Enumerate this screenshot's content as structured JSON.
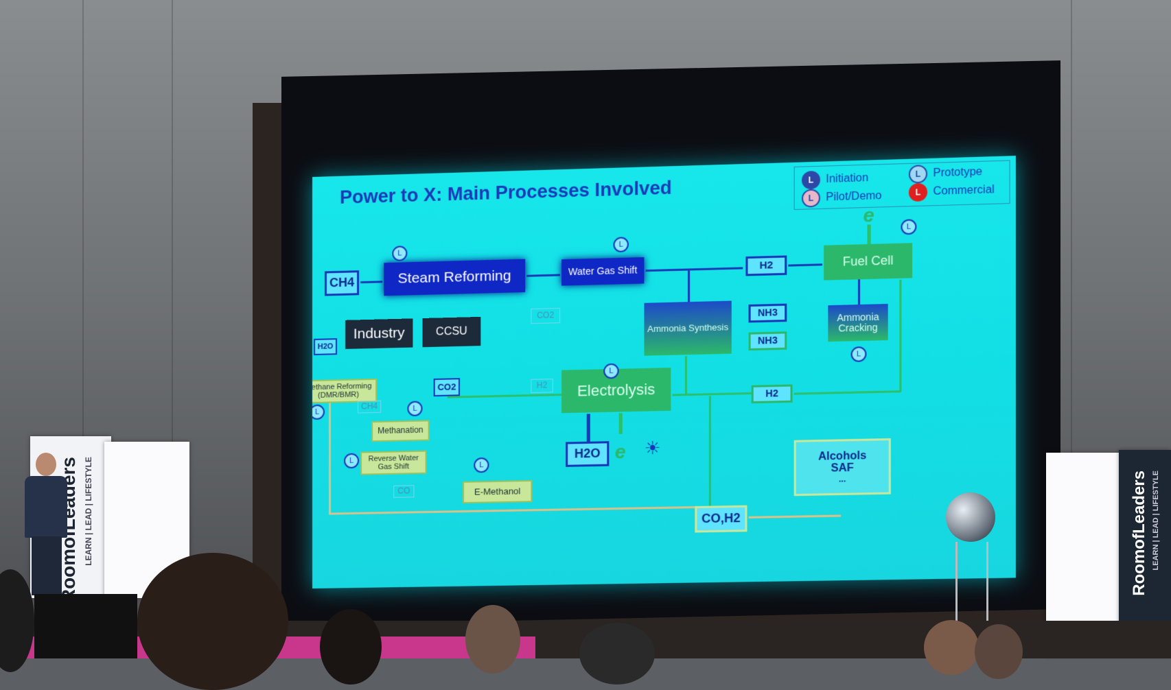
{
  "slide": {
    "title": "Power to X: Main Processes Involved",
    "legend": [
      {
        "label": "Initiation",
        "mark": "L",
        "color": "#2d49a8"
      },
      {
        "label": "Prototype",
        "mark": "L",
        "color": "#9fd8f0"
      },
      {
        "label": "Pilot/Demo",
        "mark": "L",
        "color": "#e6b8c8"
      },
      {
        "label": "Commercial",
        "mark": "L",
        "color": "#e02020"
      }
    ],
    "nodes": {
      "ch4": "CH4",
      "steam_reforming": "Steam Reforming",
      "water_gas_shift": "Water Gas Shift",
      "h2_top": "H2",
      "fuel_cell": "Fuel Cell",
      "e_top": "e",
      "industry": "Industry",
      "ccsu": "CCSU",
      "co2_label": "CO2",
      "ammonia_synthesis": "Ammonia Synthesis",
      "nh3_a": "NH3",
      "nh3_b": "NH3",
      "ammonia_cracking": "Ammonia Cracking",
      "h2o_small": "H2O",
      "methane_reforming": "Methane Reforming (DMR/BMR)",
      "co2_box": "CO2",
      "h2_faint": "H2",
      "electrolysis": "Electrolysis",
      "h2_mid": "H2",
      "ch4_faint": "CH4",
      "methanation": "Methanation",
      "reverse_wgs": "Reverse Water Gas Shift",
      "co_faint": "CO",
      "e_methanol": "E-Methanol",
      "h2o_big": "H2O",
      "e_mid": "e",
      "alcohols": "Alcohols",
      "saf": "SAF",
      "ellipsis": "...",
      "syngas": "CO,H2"
    },
    "level_mark": "L"
  },
  "banners": {
    "left_brand": "RoomofLeaders",
    "left_tag": "LEARN | LEAD | LIFESTYLE",
    "right_brand": "RoomofLeaders",
    "right_tag": "LEARN | LEAD | LIFESTYLE"
  },
  "colors": {
    "screen": "#12dfe4",
    "navy": "#0f27c4",
    "green": "#2cb86a",
    "title": "#1a3ab8"
  }
}
